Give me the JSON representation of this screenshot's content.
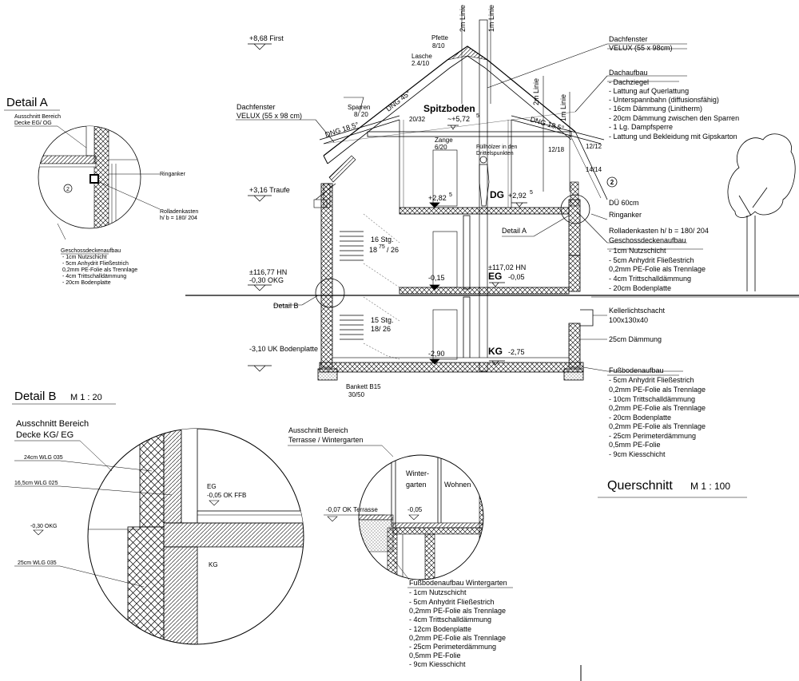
{
  "main": {
    "title": "Querschnitt",
    "scale": "M 1 : 100",
    "levels": {
      "first": "+8,68  First",
      "traufe": "+3,16  Traufe",
      "hn": "±116,77 HN",
      "okg": "-0,30 OKG",
      "uk_bodenplatte": "-3,10 UK Bodenplatte"
    },
    "rooms": {
      "spitzboden": "Spitzboden",
      "spitzboden_level": "~+5,72",
      "spitzboden_level_sup": "5",
      "dg": "DG",
      "dg_level": "+2,92",
      "dg_level_sup": "5",
      "dg_floor": "+2,82",
      "dg_floor_sup": "5",
      "eg": "EG",
      "eg_level": "-0,05",
      "eg_hn": "±117,02 HN",
      "eg_floor": "-0,15",
      "kg": "KG",
      "kg_level": "-2,75",
      "kg_floor": "-2,90"
    },
    "stairs_upper": {
      "steps": "16 Stg.",
      "rise": "18",
      "rise_sup": "75",
      "run": "/ 26"
    },
    "stairs_lower": {
      "steps": "15 Stg.",
      "ratio": "18/ 26"
    },
    "roof": {
      "pfette": "Pfette",
      "pfette_dim": "8/10",
      "lasche": "Lasche",
      "lasche_dim": "2.4/10",
      "sparren": "Sparren",
      "sparren_dim": "8/ 20",
      "dng45": "DNG 45°",
      "dng185_left": "DNG 18.5°",
      "dng185_right": "DNG 18.5°",
      "dim_20_32": "20/32",
      "zange": "Zange",
      "zange_dim": "6/20",
      "fuellhoelzer": "Füllhölzer in den",
      "fuellhoelzer2": "Drittelspunkten",
      "dim_12_12": "12/12",
      "dim_12_18": "12/18",
      "dim_14_14": "14/14",
      "line_2m_top": "2m Linie",
      "line_1m_top": "1m Linie",
      "line_2m_right": "2m Linie",
      "line_1m_right": "1m Linie"
    },
    "dachfenster_left": {
      "title": "Dachfenster",
      "spec": "VELUX  (55 x 98 cm)"
    },
    "dachfenster_right": {
      "title": "Dachfenster",
      "spec": "VELUX  (55 x 98cm)"
    },
    "dachaufbau": {
      "title": "Dachaufbau",
      "items": [
        "- Dachziegel",
        "- Lattung auf Querlattung",
        "- Unterspannbahn (diffusionsfähig)",
        "- 16cm Dämmung (Linitherm)",
        "- 20cm Dämmung zwischen den Sparren",
        "- 1 Lg. Dampfsperre",
        "- Lattung und Bekleidung mit Gipskarton"
      ]
    },
    "du": "DÜ 60cm",
    "marker": "2",
    "ringanker": "Ringanker",
    "rolladenkasten": "Rolladenkasten h/ b = 180/ 204",
    "detail_a_label": "Detail A",
    "detail_b_label": "Detail B",
    "geschossdecke": {
      "title": "Geschossdeckenaufbau",
      "items": [
        "- 1cm  Nutzschicht",
        "- 5cm  Anhydrit Fließestrich",
        "  0,2mm PE-Folie als Trennlage",
        "- 4cm    Trittschalldämmung",
        "- 20cm Bodenplatte"
      ]
    },
    "kellerlicht": {
      "title": "Kellerlichtschacht",
      "spec": "100x130x40"
    },
    "daemmung25": "25cm Dämmung",
    "fussboden": {
      "title": "Fußbodenaufbau",
      "items": [
        "- 5cm  Anhydrit Fließestrich",
        "  0,2mm PE-Folie als Trennlage",
        "- 10cm  Trittschalldämmung",
        "  0,2mm PE-Folie als Trennlage",
        "- 20cm Bodenplatte",
        "  0,2mm PE-Folie als Trennlage",
        "- 25cm Perimeterdämmung",
        "  0,5mm PE-Folie",
        "- 9cm Kiesschicht"
      ]
    },
    "bankett": {
      "title": "Bankett B15",
      "dim": "30/50"
    }
  },
  "detail_a": {
    "title": "Detail A",
    "ausschnitt": "Ausschnitt Bereich",
    "ausschnitt2": "Decke EG/ OG",
    "marker": "2",
    "ringanker": "Ringanker",
    "rolladenkasten": "Rolladenkasten",
    "rolladenkasten_dim": "h/ b = 180/ 204",
    "aufbau_title": "Geschossdeckenaufbau",
    "aufbau_items": [
      "- 1cm  Nutzschicht",
      "- 5cm  Anhydrit Fließestrich",
      "  0,2mm PE-Folie als Trennlage",
      "- 4cm    Trittschalldämmung",
      "- 20cm Bodenplatte"
    ]
  },
  "detail_b": {
    "title": "Detail B",
    "scale": "M 1 : 20",
    "ausschnitt": "Ausschnitt Bereich",
    "ausschnitt2": "Decke KG/ EG",
    "wlg1": "24cm WLG 035",
    "wlg2": "16,5cm WLG 025",
    "okg": "-0,30 OKG",
    "wlg3": "25cm WLG 035",
    "eg": "EG",
    "eg_level": "-0,05 OK FFB",
    "kg": "KG"
  },
  "detail_terrasse": {
    "title": "Ausschnitt Bereich",
    "title2": "Terrasse / Wintergarten",
    "ok_terrasse": "-0,07 OK Terrasse",
    "level": "-0,05",
    "wintergarten1": "Winter-",
    "wintergarten2": "garten",
    "wohnen": "Wohnen",
    "aufbau_title": "Fußbodenaufbau Wintergarten",
    "aufbau_items": [
      "- 1cm  Nutzschicht",
      "- 5cm  Anhydrit Fließestrich",
      "  0,2mm PE-Folie als Trennlage",
      "- 4cm  Trittschalldämmung",
      "- 12cm Bodenplatte",
      "  0,2mm PE-Folie als Trennlage",
      "- 25cm Perimeterdämmung",
      "  0,5mm PE-Folie",
      "- 9cm Kiesschicht"
    ]
  }
}
